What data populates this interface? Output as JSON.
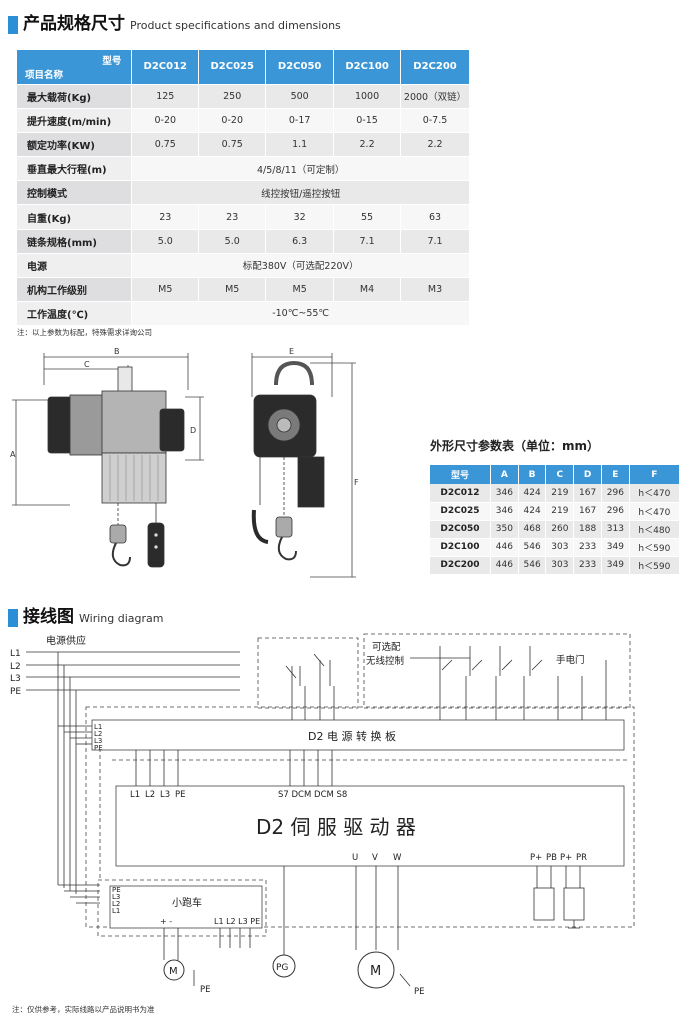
{
  "specs_section": {
    "title": "产品规格尺寸",
    "subtitle": "Product specifications and dimensions"
  },
  "spec_table": {
    "corner_model": "型号",
    "corner_item": "项目名称",
    "models": [
      "D2C012",
      "D2C025",
      "D2C050",
      "D2C100",
      "D2C200"
    ],
    "rows": [
      {
        "label": "最大载荷(Kg)",
        "values": [
          "125",
          "250",
          "500",
          "1000",
          "2000（双链）"
        ]
      },
      {
        "label": "提升速度(m/min)",
        "values": [
          "0-20",
          "0-20",
          "0-17",
          "0-15",
          "0-7.5"
        ]
      },
      {
        "label": "额定功率(KW)",
        "values": [
          "0.75",
          "0.75",
          "1.1",
          "2.2",
          "2.2"
        ]
      },
      {
        "label": "垂直最大行程(m)",
        "merged": "4/5/8/11（可定制）"
      },
      {
        "label": "控制模式",
        "merged": "线控按钮/遥控按钮"
      },
      {
        "label": "自重(Kg)",
        "values": [
          "23",
          "23",
          "32",
          "55",
          "63"
        ]
      },
      {
        "label": "链条规格(mm)",
        "values": [
          "5.0",
          "5.0",
          "6.3",
          "7.1",
          "7.1"
        ]
      },
      {
        "label": "电源",
        "merged": "标配380V（可选配220V）"
      },
      {
        "label": "机构工作级别",
        "values": [
          "M5",
          "M5",
          "M5",
          "M4",
          "M3"
        ]
      },
      {
        "label": "工作温度(℃)",
        "merged": "-10℃~55℃"
      }
    ]
  },
  "spec_note": "注：以上参数为标配，特殊需求详询公司",
  "drawing_labels": {
    "a": "A",
    "b": "B",
    "c": "C",
    "d": "D",
    "e": "E",
    "f": "F"
  },
  "dim_table": {
    "title": "外形尺寸参数表（单位：mm）",
    "headers": [
      "型号",
      "A",
      "B",
      "C",
      "D",
      "E",
      "F"
    ],
    "rows": [
      [
        "D2C012",
        "346",
        "424",
        "219",
        "167",
        "296",
        "h＜470"
      ],
      [
        "D2C025",
        "346",
        "424",
        "219",
        "167",
        "296",
        "h＜470"
      ],
      [
        "D2C050",
        "350",
        "468",
        "260",
        "188",
        "313",
        "h＜480"
      ],
      [
        "D2C100",
        "446",
        "546",
        "303",
        "233",
        "349",
        "h＜590"
      ],
      [
        "D2C200",
        "446",
        "546",
        "303",
        "233",
        "349",
        "h＜590"
      ]
    ]
  },
  "wiring_section": {
    "title": "接线图",
    "subtitle": "Wiring diagram"
  },
  "wiring": {
    "power_supply": "电源供应",
    "lines": [
      "L1",
      "L2",
      "L3",
      "PE"
    ],
    "optional_remote": "可选配",
    "remote_label": "无线控制",
    "flashlight_door": "手电门",
    "board": "D2 电 源 转 换 板",
    "drive": "D2  伺  服  驱  动  器",
    "drive_inputs": [
      "L1",
      "L2",
      "L3",
      "PE"
    ],
    "drive_signals": "S7 DCM DCM S8",
    "motor_phases": [
      "U",
      "V",
      "W"
    ],
    "brake_terms": [
      "P+",
      "PB",
      "P+",
      "PR"
    ],
    "board_terms": [
      "L1",
      "L2",
      "L3",
      "PE"
    ],
    "trolley": "小跑车",
    "trolley_inputs": [
      "PE",
      "L3",
      "L2",
      "L1"
    ],
    "trolley_outputs": "L1 L2 L3 PE",
    "trolley_dc": "+   -",
    "motor": "M",
    "encoder": "PG",
    "pe": "PE"
  },
  "wiring_note": "注：仅供参考，实际线路以产品说明书为准",
  "colors": {
    "accent": "#3b96d8",
    "row_dark": "#e9e9ea",
    "row_light": "#f7f7f8"
  }
}
